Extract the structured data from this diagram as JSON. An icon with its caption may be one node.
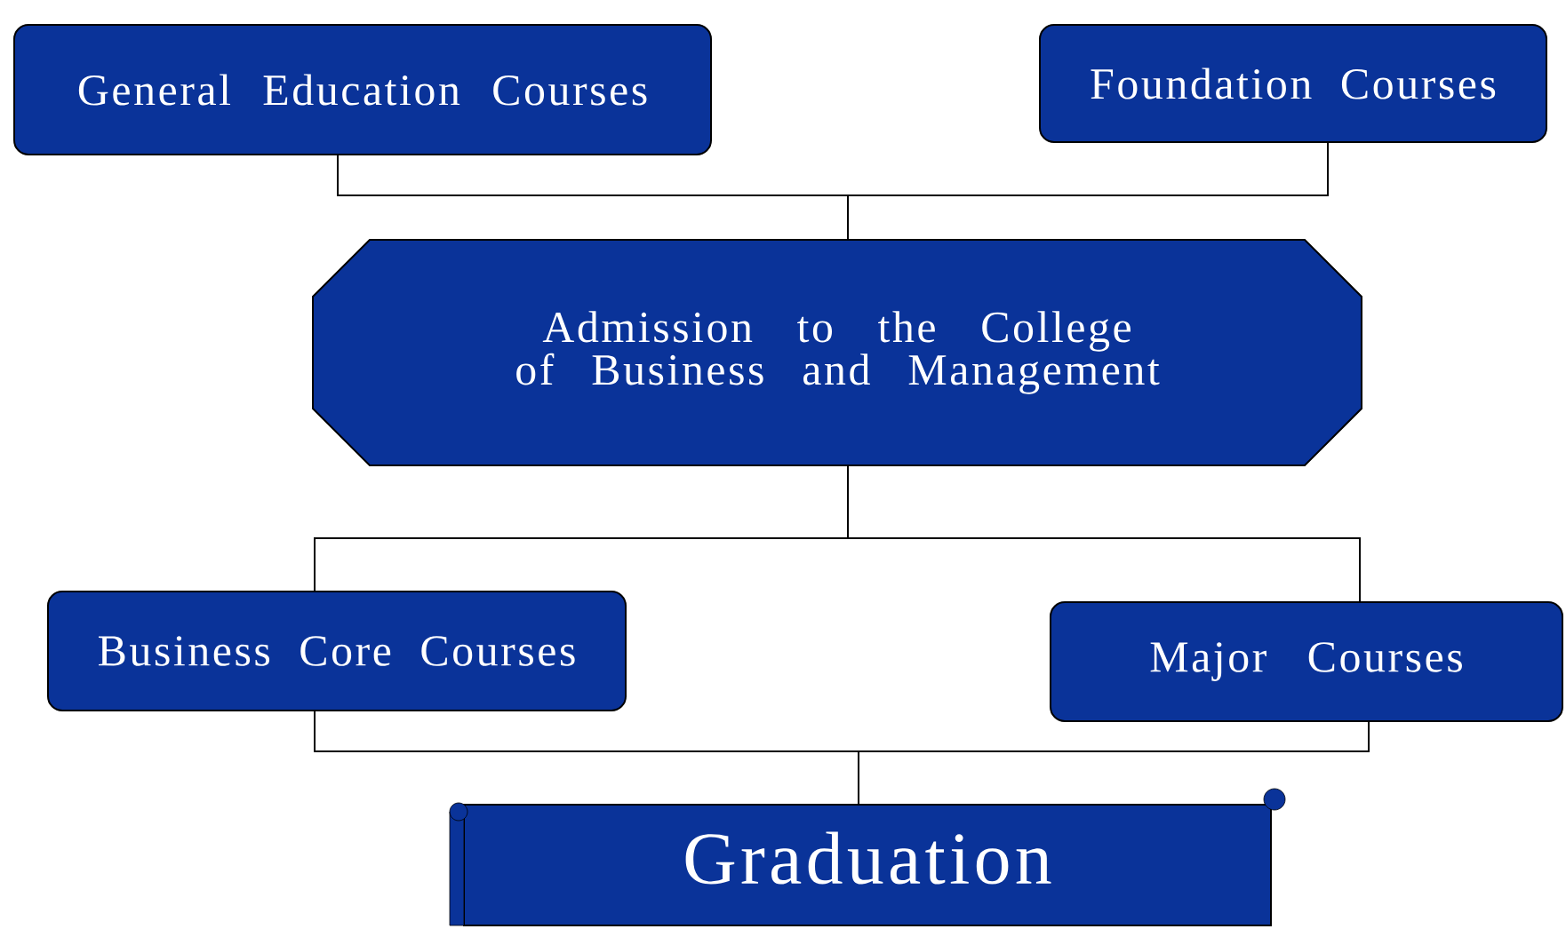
{
  "diagram": {
    "nodes": [
      {
        "text": [
          "General Education Courses"
        ]
      },
      {
        "text": [
          "Foundation Courses"
        ]
      },
      {
        "text": [
          "Admission to the College of Business and Management"
        ]
      },
      {
        "text": [
          "Business Core Courses"
        ]
      },
      {
        "text": [
          "Major Courses"
        ]
      },
      {
        "text": [
          "Graduation"
        ]
      }
    ],
    "edges": [
      {
        "from": 0,
        "to": 2,
        "arrow": "none"
      },
      {
        "from": 1,
        "to": 2,
        "arrow": "none"
      },
      {
        "from": 2,
        "to": 3,
        "arrow": "none"
      },
      {
        "from": 2,
        "to": 4,
        "arrow": "none"
      },
      {
        "from": 3,
        "to": 5,
        "arrow": "none"
      },
      {
        "from": 4,
        "to": 5,
        "arrow": "none"
      }
    ]
  }
}
